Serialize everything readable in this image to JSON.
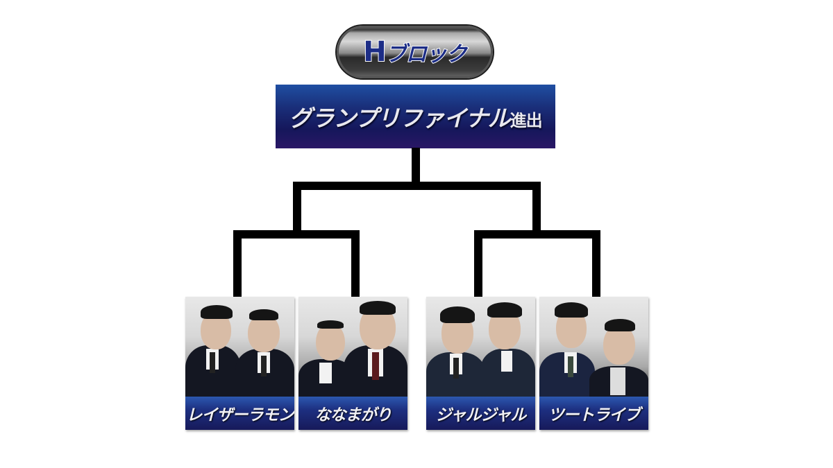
{
  "block_badge": {
    "letter": "H",
    "suffix": "ブロック",
    "full": "Hブロック"
  },
  "final_box": {
    "main": "グランプリファイナル",
    "suffix": "進出"
  },
  "colors": {
    "badge_text": "#1c2d86",
    "title_bg_top": "#1f4fa2",
    "title_bg_bottom": "#2a1766",
    "bracket_line": "#000000",
    "label_bg": "#1d2f80"
  },
  "bracket": {
    "rounds": 2,
    "matches": [
      {
        "id": "semi-left",
        "entrants": [
          "レイザーラモン",
          "ななまがり"
        ]
      },
      {
        "id": "semi-right",
        "entrants": [
          "ジャルジャル",
          "ツートライブ"
        ]
      }
    ]
  },
  "entrants": [
    {
      "name": "レイザーラモン"
    },
    {
      "name": "ななまがり"
    },
    {
      "name": "ジャルジャル"
    },
    {
      "name": "ツートライブ"
    }
  ]
}
